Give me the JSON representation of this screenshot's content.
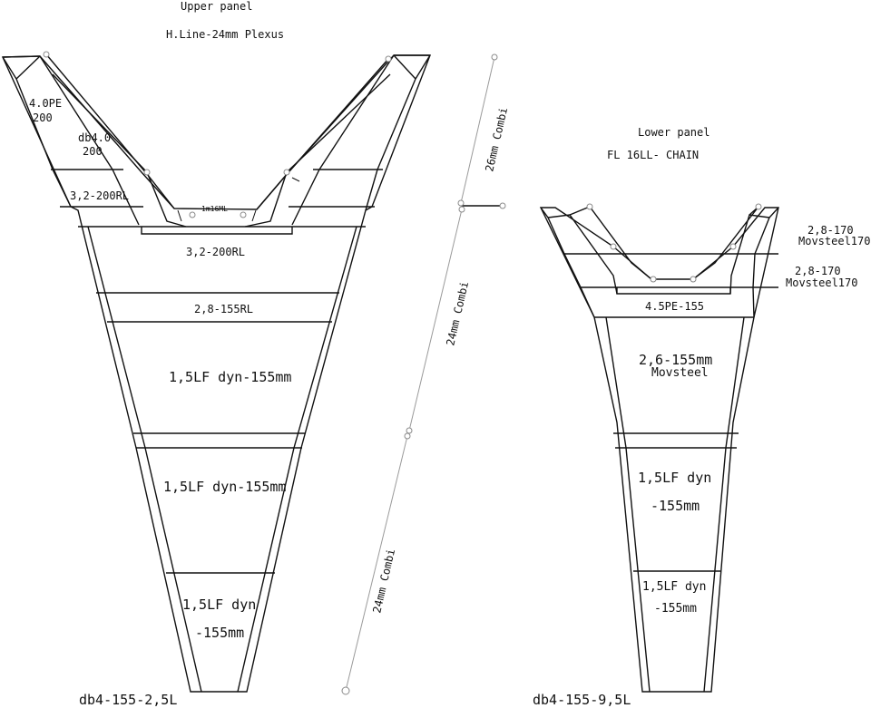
{
  "upper_panel": {
    "title": "Upper panel",
    "subtitle": "H.Line-24mm Plexus",
    "labels": {
      "wing_left_a": "4.0PE",
      "wing_left_b": "200",
      "wing_right_a": "db4.0",
      "wing_right_b": "200",
      "sec1": "3,2-200RL",
      "belly": "1m16ML",
      "sec2": "3,2-200RL",
      "sec3": "2,8-155RL",
      "sec4": "1,5LF dyn-155mm",
      "sec5": "1,5LF dyn-155mm",
      "sec6_a": "1,5LF dyn",
      "sec6_b": "-155mm"
    },
    "code": "db4-155-2,5L"
  },
  "lower_panel": {
    "title": "Lower panel",
    "subtitle": "FL 16LL- CHAIN",
    "labels": {
      "wing1_a": "2,8-170",
      "wing1_b": "Movsteel170",
      "wing2_a": "2,8-170",
      "wing2_b": "Movsteel170",
      "sec1": "4.5PE-155",
      "sec2_a": "2,6-155mm",
      "sec2_b": "Movsteel",
      "sec3_a": "1,5LF dyn",
      "sec3_b": "-155mm",
      "sec4_a": "1,5LF dyn",
      "sec4_b": "-155mm"
    },
    "code": "db4-155-9,5L"
  },
  "combi": {
    "upper": "26mm Combi",
    "mid": "24mm Combi",
    "lower": "24mm Combi"
  }
}
